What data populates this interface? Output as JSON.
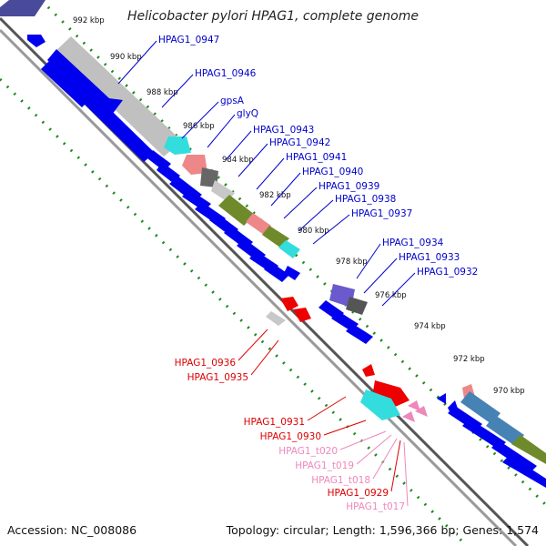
{
  "title": "Helicobacter pylori HPAG1, complete genome",
  "footer": {
    "accession": "Accession: NC_008086",
    "topology": "Topology: circular; Length: 1,596,366 bp; Genes: 1,574"
  },
  "ticks": [
    "992 kbp",
    "990 kbp",
    "988 kbp",
    "986 kbp",
    "984 kbp",
    "982 kbp",
    "980 kbp",
    "978 kbp",
    "976 kbp",
    "974 kbp",
    "972 kbp",
    "970 kbp"
  ],
  "colors": {
    "forward_cds": "#0000ee",
    "other": "#c8c8c8",
    "label_blue": "#0000cc",
    "label_red": "#dd0000",
    "label_pink": "#ee88bb",
    "dots": "#1a8a1a",
    "backbone": "#777777"
  },
  "gene_labels": {
    "upper": [
      "HPAG1_0947",
      "HPAG1_0946",
      "gpsA",
      "glyQ",
      "HPAG1_0943",
      "HPAG1_0942",
      "HPAG1_0941",
      "HPAG1_0940",
      "HPAG1_0939",
      "HPAG1_0938",
      "HPAG1_0937",
      "HPAG1_0934",
      "HPAG1_0933",
      "HPAG1_0932"
    ],
    "lower": [
      "HPAG1_0936",
      "HPAG1_0935",
      "HPAG1_0931",
      "HPAG1_0930",
      "HPAG1_t020",
      "HPAG1_t019",
      "HPAG1_t018",
      "HPAG1_0929",
      "HPAG1_t017"
    ]
  }
}
